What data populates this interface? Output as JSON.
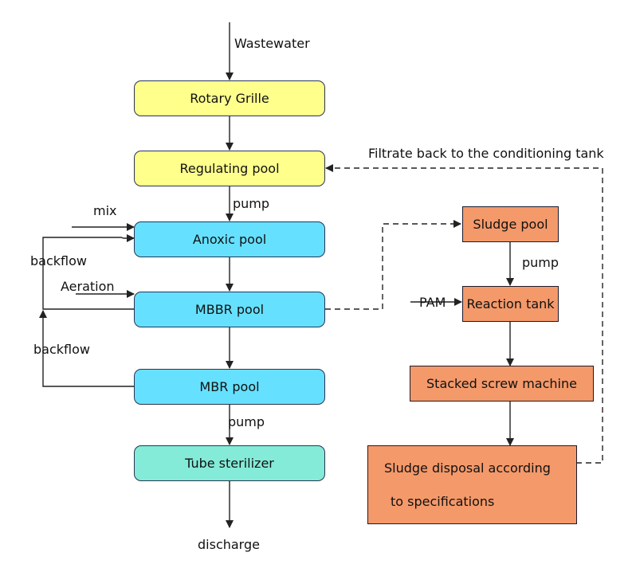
{
  "nodes": {
    "rotary_grille": "Rotary Grille",
    "regulating_pool": "Regulating pool",
    "anoxic_pool": "Anoxic pool",
    "mbbr_pool": "MBBR pool",
    "mbr_pool": "MBR pool",
    "tube_sterilizer": "Tube sterilizer",
    "sludge_pool": "Sludge pool",
    "reaction_tank": "Reaction tank",
    "stacked_screw_machine": "Stacked screw machine",
    "sludge_disposal_line1": "Sludge disposal according",
    "sludge_disposal_line2": "to specifications"
  },
  "labels": {
    "wastewater": "Wastewater",
    "pump_1": "pump",
    "mix": "mix",
    "backflow_1": "backflow",
    "aeration": "Aeration",
    "backflow_2": "backflow",
    "pump_2": "pump",
    "discharge": "discharge",
    "pump_3": "pump",
    "pam": "PAM",
    "filtrate": "Filtrate back to the conditioning tank"
  },
  "colors": {
    "pretreatment": "#ffff8c",
    "biological": "#66e0ff",
    "sterilizer": "#84ebd8",
    "sludge": "#f4996a",
    "line": "#222222"
  }
}
